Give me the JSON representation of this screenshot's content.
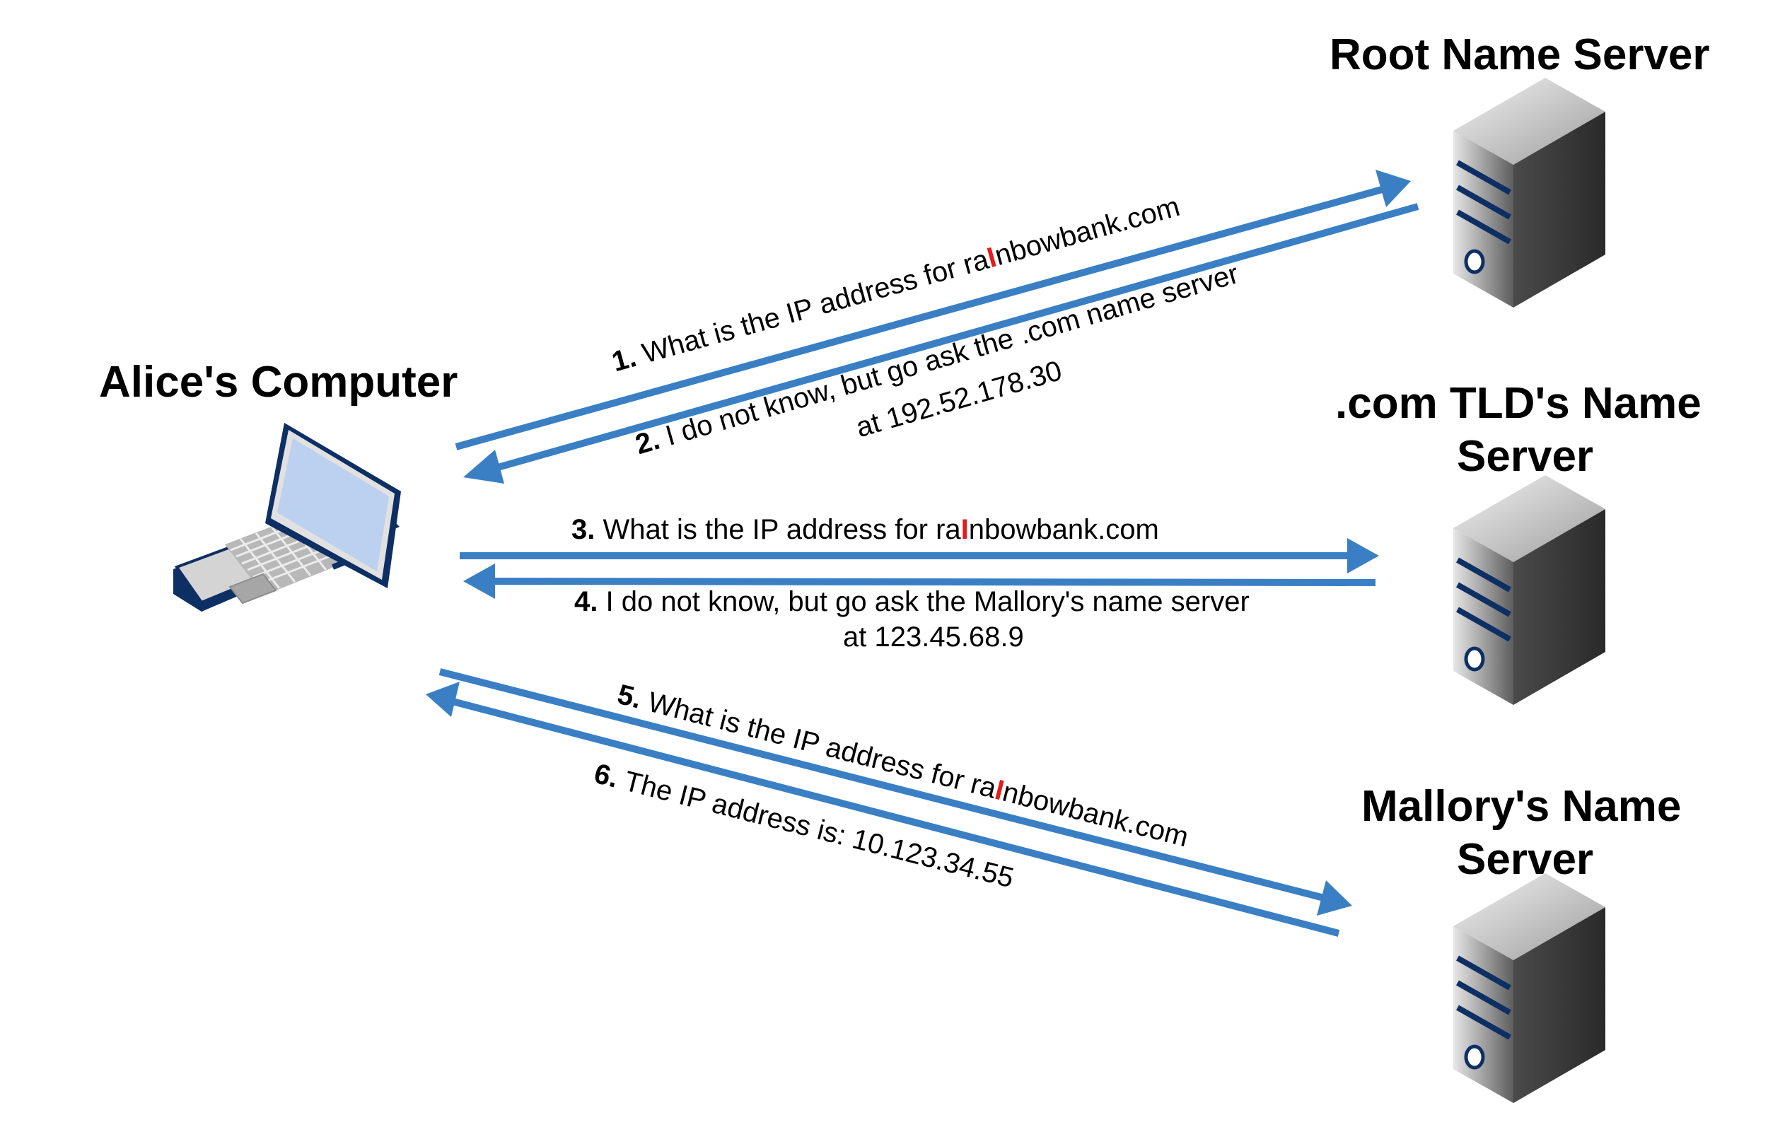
{
  "nodes": {
    "alice": {
      "title": "Alice's Computer"
    },
    "root": {
      "title": "Root Name Server"
    },
    "tld": {
      "line1": ".com TLD's Name",
      "line2": "Server"
    },
    "mallory": {
      "line1": "Mallory's Name",
      "line2": "Server"
    }
  },
  "messages": [
    {
      "num": "1.",
      "pre": "What is the IP address for ra",
      "hl": "I",
      "post": "nbowbank.com"
    },
    {
      "num": "2.",
      "text": "I do not know, but go ask the .com name server",
      "cont": "at  192.52.178.30"
    },
    {
      "num": "3.",
      "pre": "What is the IP address for ra",
      "hl": "I",
      "post": "nbowbank.com"
    },
    {
      "num": "4.",
      "text": "I do not know, but go ask the Mallory's name server",
      "cont": "at 123.45.68.9"
    },
    {
      "num": "5.",
      "pre": "What is the IP address for ra",
      "hl": "I",
      "post": "nbowbank.com"
    },
    {
      "num": "6.",
      "text": "The IP address is: 10.123.34.55"
    }
  ],
  "colors": {
    "arrow": "#3a7fc4",
    "highlight": "#e41b1b",
    "laptop_frame": "#0e2f63",
    "laptop_screen": "#bcd0ef"
  }
}
